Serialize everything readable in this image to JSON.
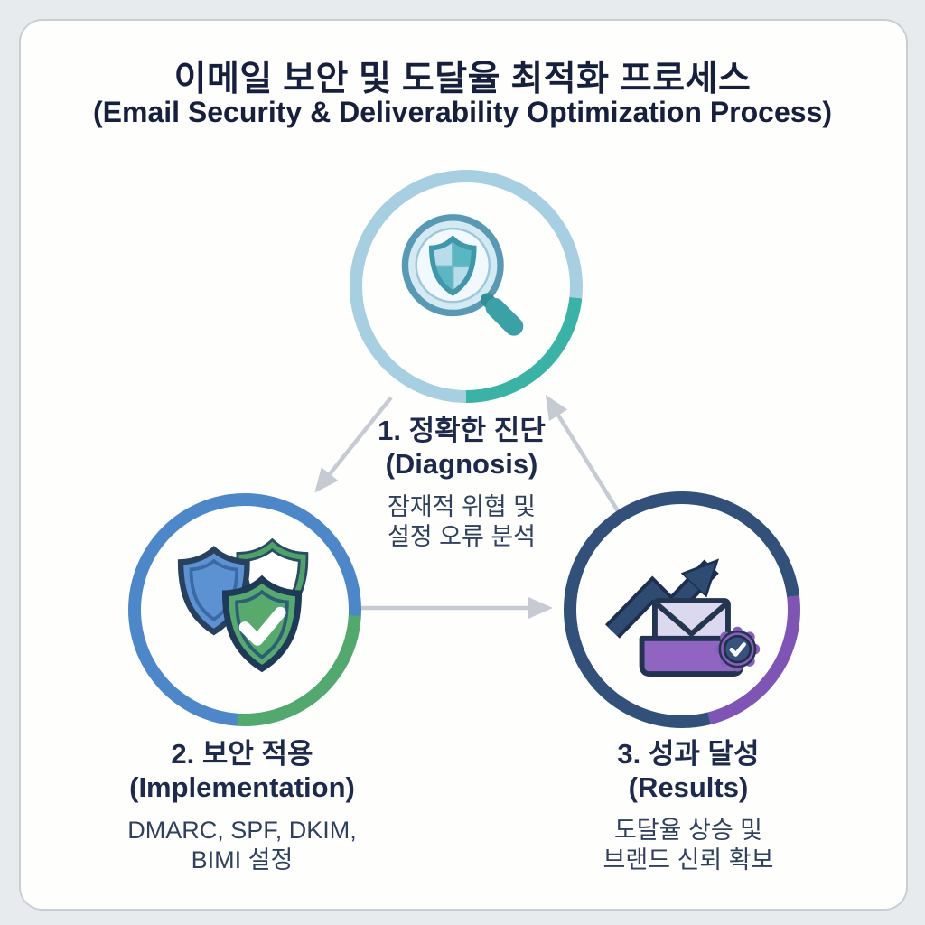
{
  "header": {
    "title_ko": "이메일 보안 및 도달율 최적화 프로세스",
    "title_en": "(Email Security & Deliverability Optimization Process)"
  },
  "nodes": [
    {
      "step_ko": "1. 정확한 진단",
      "step_en": "(Diagnosis)",
      "desc_line1": "잠재적 위협 및",
      "desc_line2": "설정 오류 분석",
      "icon": "shield-magnifier-icon",
      "ring_base": "#a7cfe2",
      "ring_accent": "#39b3a5",
      "arc_start": 96,
      "arc_end": 180
    },
    {
      "step_ko": "2. 보안 적용",
      "step_en": "(Implementation)",
      "desc_line1": "DMARC, SPF, DKIM,",
      "desc_line2": "BIMI 설정",
      "icon": "double-shield-check-icon",
      "ring_base": "#4c88c9",
      "ring_accent": "#52a96d",
      "arc_start": 93,
      "arc_end": 184
    },
    {
      "step_ko": "3. 성과 달성",
      "step_en": "(Results)",
      "desc_line1": "도달율 상승 및",
      "desc_line2": "브랜드 신뢰 확보",
      "icon": "growth-mail-badge-icon",
      "ring_base": "#31517b",
      "ring_accent": "#7e54b4",
      "arc_start": 83,
      "arc_end": 166
    }
  ],
  "colors": {
    "page_background": "#e8ebee",
    "card_background": "#fefefc",
    "card_border": "#c9ced4",
    "title_text": "#161f3e",
    "heading_text": "#1d2a4d",
    "description_text": "#30405f",
    "arrow_color": "#c6cbd3"
  }
}
